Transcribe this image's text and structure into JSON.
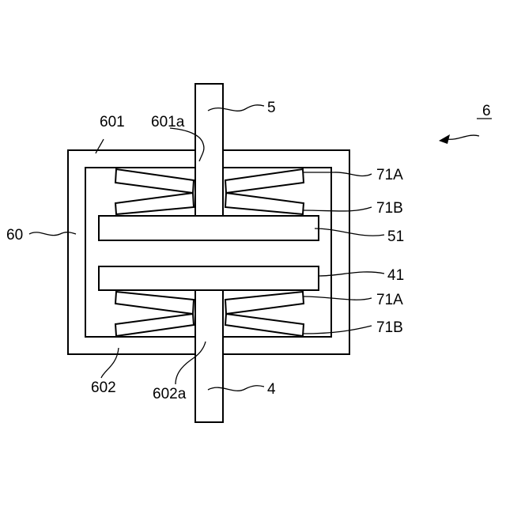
{
  "figure": {
    "labels": {
      "assembly": "6",
      "housing": "60",
      "upper_wall": "601",
      "upper_hole": "601a",
      "lower_wall": "602",
      "lower_hole": "602a",
      "upper_shaft": "5",
      "lower_shaft": "4",
      "upper_disk": "51",
      "lower_disk": "41",
      "upper_spring_a": "71A",
      "upper_spring_b": "71B",
      "lower_spring_a": "71A",
      "lower_spring_b": "71B"
    }
  }
}
